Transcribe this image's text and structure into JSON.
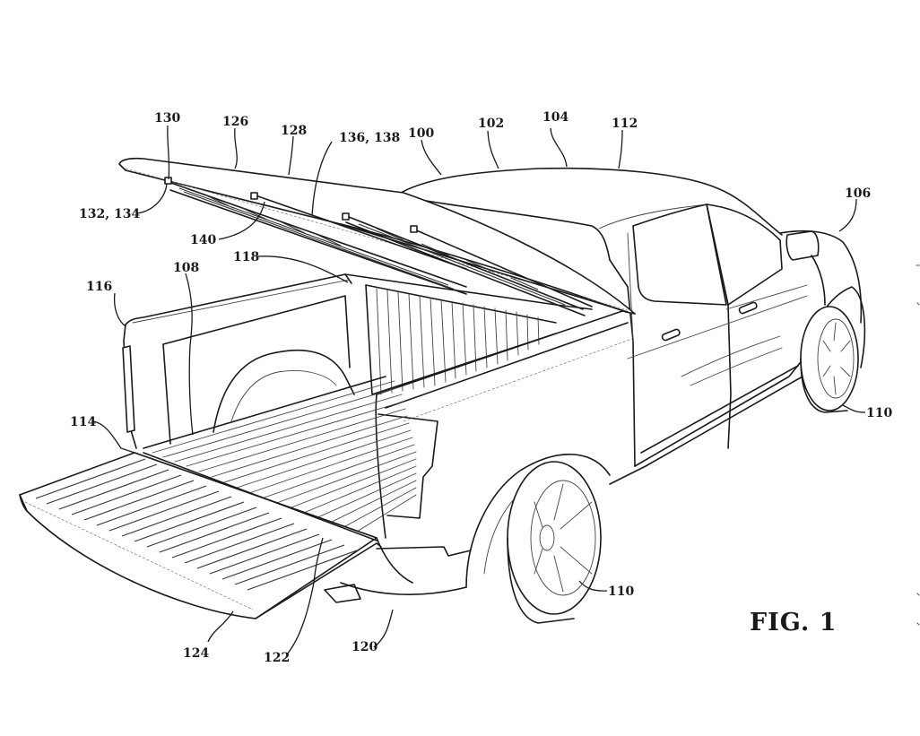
{
  "figure": {
    "title": "FIG. 1",
    "subject": "Pickup truck with opened tonneau cover and lowered tailgate (patent line drawing)"
  },
  "reference_labels": [
    {
      "id": "lbl-130",
      "text": "130",
      "part": "tonneau-cover-rear-edge"
    },
    {
      "id": "lbl-126",
      "text": "126",
      "part": "tonneau-cover"
    },
    {
      "id": "lbl-128",
      "text": "128",
      "part": "tonneau-cover-top-surface"
    },
    {
      "id": "lbl-136-138",
      "text": "136, 138",
      "part": "cover-support-struts"
    },
    {
      "id": "lbl-100",
      "text": "100",
      "part": "vehicle"
    },
    {
      "id": "lbl-102",
      "text": "102",
      "part": "cab-roof"
    },
    {
      "id": "lbl-104",
      "text": "104",
      "part": "roof-panel"
    },
    {
      "id": "lbl-112",
      "text": "112",
      "part": "roof-front-edge"
    },
    {
      "id": "lbl-106",
      "text": "106",
      "part": "front-fender"
    },
    {
      "id": "lbl-132-134",
      "text": "132, 134",
      "part": "cover-latch"
    },
    {
      "id": "lbl-140",
      "text": "140",
      "part": "strut-mount"
    },
    {
      "id": "lbl-118",
      "text": "118",
      "part": "bed-front-wall"
    },
    {
      "id": "lbl-116",
      "text": "116",
      "part": "bed-sidewall"
    },
    {
      "id": "lbl-108",
      "text": "108",
      "part": "truck-bed"
    },
    {
      "id": "lbl-114",
      "text": "114",
      "part": "tailgate-hinge-edge"
    },
    {
      "id": "lbl-110-rear",
      "text": "110",
      "part": "rear-wheel"
    },
    {
      "id": "lbl-110-front",
      "text": "110",
      "part": "front-wheel"
    },
    {
      "id": "lbl-124",
      "text": "124",
      "part": "tailgate"
    },
    {
      "id": "lbl-122",
      "text": "122",
      "part": "tailgate-cable"
    },
    {
      "id": "lbl-120",
      "text": "120",
      "part": "rear-bumper"
    }
  ]
}
